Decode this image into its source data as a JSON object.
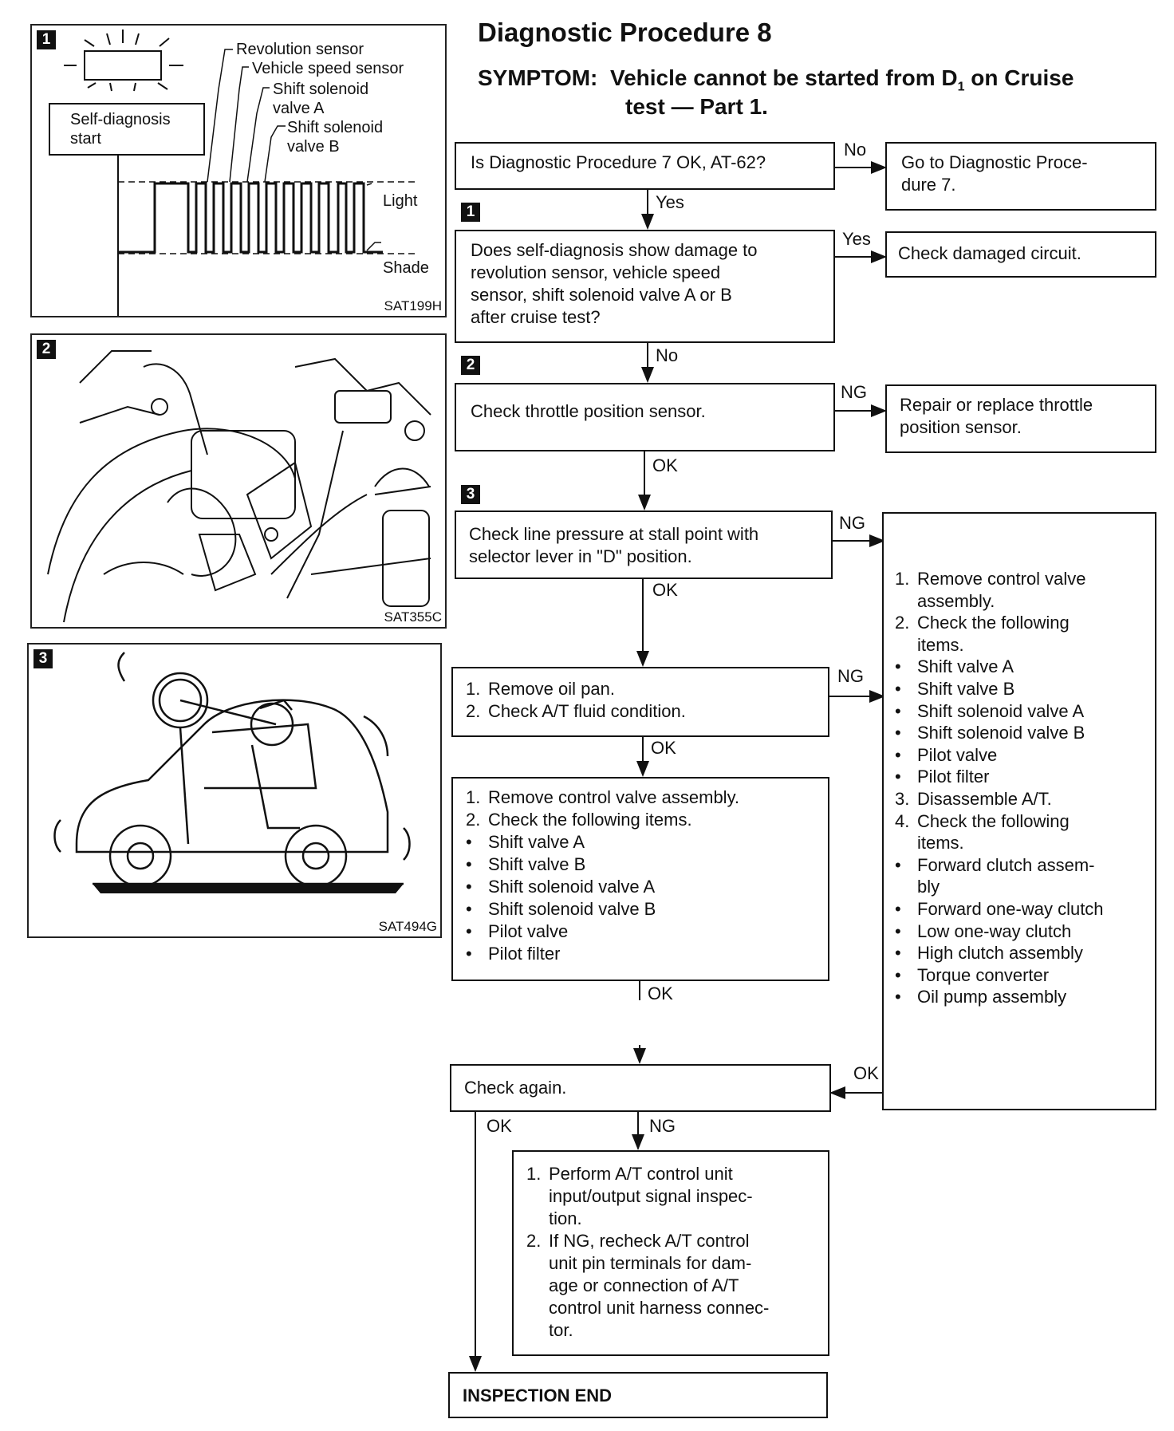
{
  "title": "Diagnostic Procedure 8",
  "symptom": {
    "label": "SYMPTOM:",
    "line1_pre": "Vehicle cannot be started from D",
    "line1_sub": "1",
    "line1_post": " on Cruise",
    "line2": "test — Part 1."
  },
  "figures": {
    "fig1": {
      "badge": "1",
      "start_label_1": "Self-diagnosis",
      "start_label_2": "start",
      "revolution_sensor": "Revolution sensor",
      "vehicle_speed_sensor": "Vehicle speed sensor",
      "shift_sol_a_1": "Shift solenoid",
      "shift_sol_a_2": "valve A",
      "shift_sol_b_1": "Shift solenoid",
      "shift_sol_b_2": "valve B",
      "light": "Light",
      "shade": "Shade",
      "code": "SAT199H"
    },
    "fig2": {
      "badge": "2",
      "code": "SAT355C"
    },
    "fig3": {
      "badge": "3",
      "code": "SAT494G"
    }
  },
  "flow": {
    "q_proc7": "Is Diagnostic Procedure 7 OK, AT-62?",
    "go_proc7_1": "Go to Diagnostic Proce-",
    "go_proc7_2": "dure 7.",
    "no": "No",
    "yes": "Yes",
    "yes2": "Yes",
    "no2": "No",
    "step1": "1",
    "step2": "2",
    "step3": "3",
    "q_selfdiag": [
      "Does self-diagnosis show damage to",
      "revolution sensor, vehicle speed",
      "sensor, shift solenoid valve A or B",
      "after cruise test?"
    ],
    "check_damaged": "Check damaged circuit.",
    "check_tps": "Check throttle position sensor.",
    "ng": "NG",
    "ok": "OK",
    "repair_tps_1": "Repair or replace throttle",
    "repair_tps_2": "position sensor.",
    "check_line_1": "Check line pressure at stall point with",
    "check_line_2": "selector lever in \"D\" position.",
    "oil_pan": [
      {
        "num": "1.",
        "text": "Remove oil pan."
      },
      {
        "num": "2.",
        "text": "Check A/T fluid condition."
      }
    ],
    "control_valve": [
      {
        "m": "1.",
        "text": "Remove control valve assembly."
      },
      {
        "m": "2.",
        "text": "Check the following items."
      },
      {
        "m": "•",
        "text": "Shift valve A"
      },
      {
        "m": "•",
        "text": "Shift valve B"
      },
      {
        "m": "•",
        "text": "Shift solenoid valve A"
      },
      {
        "m": "•",
        "text": "Shift solenoid valve B"
      },
      {
        "m": "•",
        "text": "Pilot valve"
      },
      {
        "m": "•",
        "text": "Pilot filter"
      }
    ],
    "right_box": [
      {
        "m": "1.",
        "text": "Remove control valve"
      },
      {
        "m": "",
        "text": "assembly."
      },
      {
        "m": "2.",
        "text": "Check the following"
      },
      {
        "m": "",
        "text": "items."
      },
      {
        "m": "•",
        "text": "Shift valve A"
      },
      {
        "m": "•",
        "text": "Shift valve B"
      },
      {
        "m": "•",
        "text": "Shift solenoid valve A"
      },
      {
        "m": "•",
        "text": "Shift solenoid valve B"
      },
      {
        "m": "•",
        "text": "Pilot valve"
      },
      {
        "m": "•",
        "text": "Pilot filter"
      },
      {
        "m": "3.",
        "text": "Disassemble A/T."
      },
      {
        "m": "4.",
        "text": "Check the following"
      },
      {
        "m": "",
        "text": "items."
      },
      {
        "m": "•",
        "text": "Forward clutch assem-"
      },
      {
        "m": "",
        "text": "bly"
      },
      {
        "m": "•",
        "text": "Forward one-way clutch"
      },
      {
        "m": "•",
        "text": "Low one-way clutch"
      },
      {
        "m": "•",
        "text": "High clutch assembly"
      },
      {
        "m": "•",
        "text": "Torque converter"
      },
      {
        "m": "•",
        "text": "Oil pump assembly"
      }
    ],
    "check_again": "Check again.",
    "perform": [
      {
        "m": "1.",
        "text": "Perform A/T control unit"
      },
      {
        "m": "",
        "text": "input/output signal inspec-"
      },
      {
        "m": "",
        "text": "tion."
      },
      {
        "m": "2.",
        "text": "If NG, recheck A/T control"
      },
      {
        "m": "",
        "text": "unit pin terminals for dam-"
      },
      {
        "m": "",
        "text": "age or connection of A/T"
      },
      {
        "m": "",
        "text": "control unit harness connec-"
      },
      {
        "m": "",
        "text": "tor."
      }
    ],
    "inspection_end": "INSPECTION END"
  }
}
